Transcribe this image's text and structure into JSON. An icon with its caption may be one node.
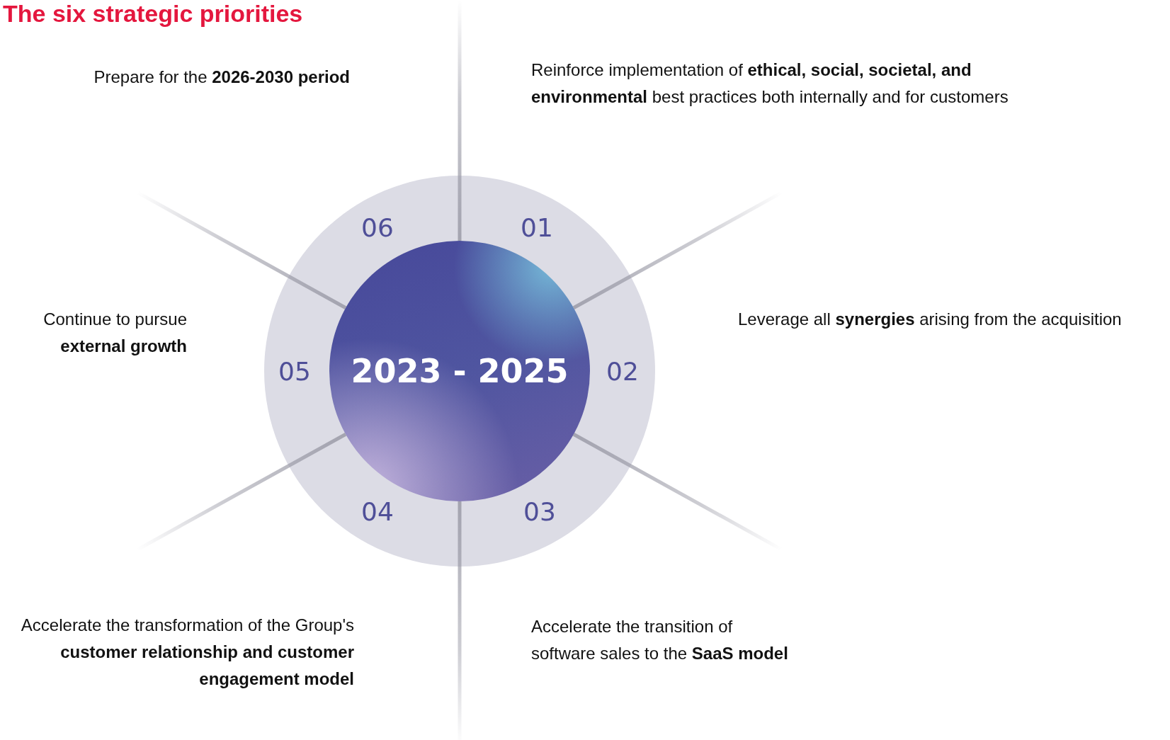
{
  "diagram": {
    "title": "The six strategic priorities",
    "nodes": [
      {
        "text": [
          "06",
          "01",
          "05",
          "02",
          "04",
          "03"
        ]
      },
      {
        "text": [
          "2023 - 2025"
        ],
        "in": 0
      }
    ],
    "edges": [],
    "labels": [
      "Prepare for the **2026-2030 period**",
      "Reinforce implementation of **ethical, social, societal, and environmental** best practices both internally and for customers",
      "Continue to pursue **external growth**",
      "Leverage all **synergies** arising from the acquisition",
      "Accelerate the transformation of the Group's **customer relationship and customer engagement model**",
      "Accelerate the transition of software sales to the **SaaS model**"
    ]
  }
}
